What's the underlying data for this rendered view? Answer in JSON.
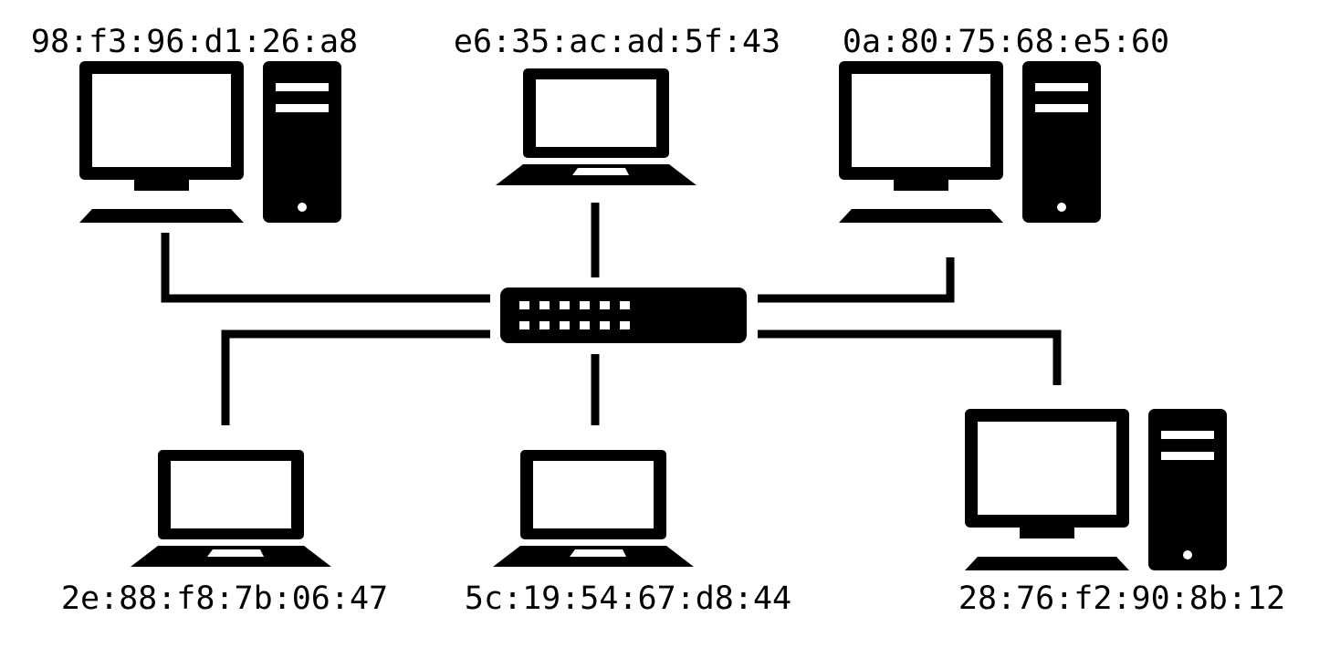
{
  "colors": {
    "ink": "#000000",
    "background": "#ffffff"
  },
  "diagram": {
    "hub": {
      "name": "network-switch",
      "port_rows": 2,
      "ports_per_row": 6
    },
    "devices": [
      {
        "id": "pc-top-left",
        "type": "desktop",
        "mac": "98:f3:96:d1:26:a8"
      },
      {
        "id": "laptop-top-center",
        "type": "laptop",
        "mac": "e6:35:ac:ad:5f:43"
      },
      {
        "id": "pc-top-right",
        "type": "desktop",
        "mac": "0a:80:75:68:e5:60"
      },
      {
        "id": "laptop-bottom-left",
        "type": "laptop",
        "mac": "2e:88:f8:7b:06:47"
      },
      {
        "id": "laptop-bottom-center",
        "type": "laptop",
        "mac": "5c:19:54:67:d8:44"
      },
      {
        "id": "pc-bottom-right",
        "type": "desktop",
        "mac": "28:76:f2:90:8b:12"
      }
    ]
  }
}
